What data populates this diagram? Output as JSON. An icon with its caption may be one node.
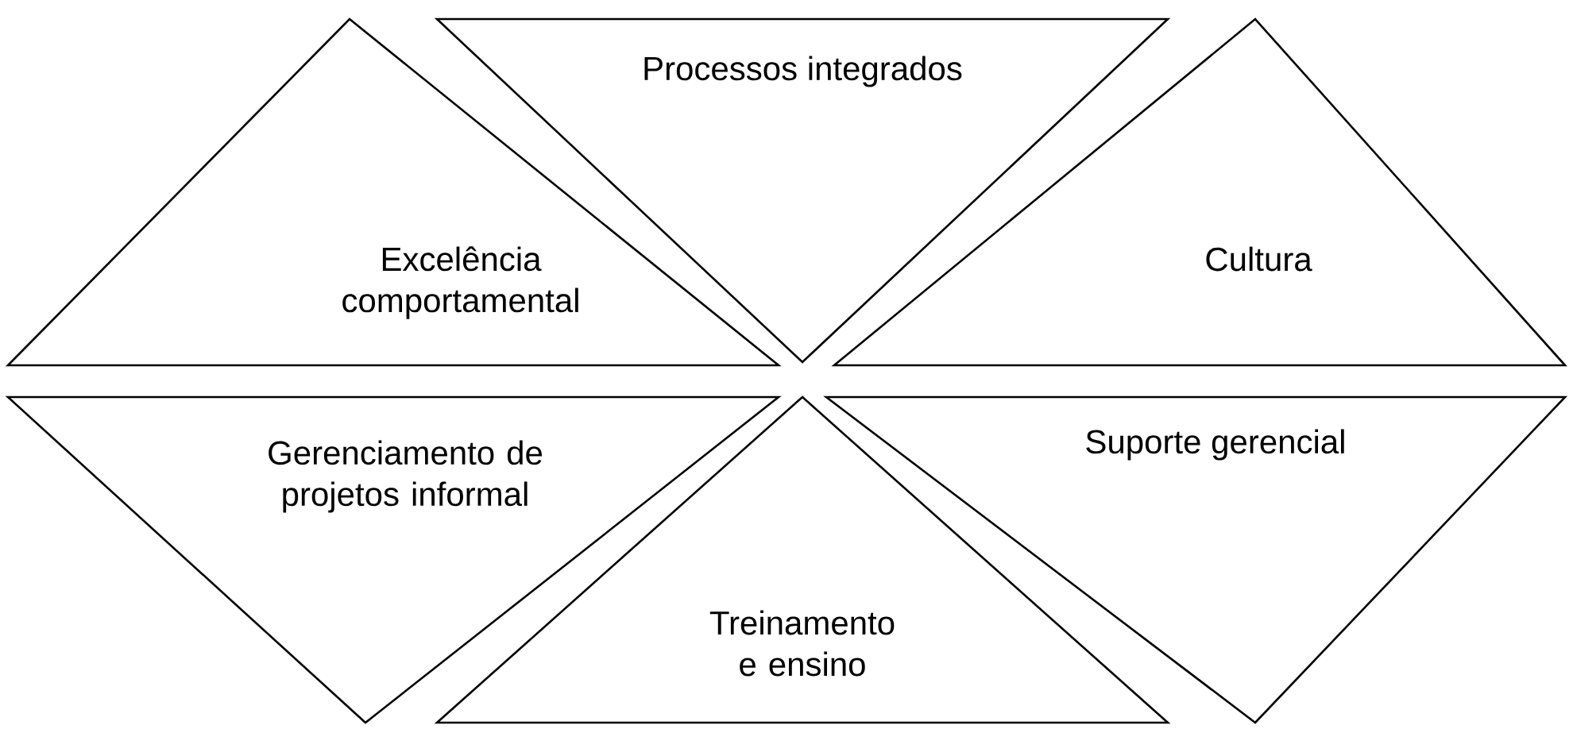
{
  "diagram": {
    "nodes": [
      {
        "text": [
          "Processos integrados"
        ]
      },
      {
        "text": [
          "Excelência comportamental"
        ]
      },
      {
        "text": [
          "Cultura"
        ]
      },
      {
        "text": [
          "Gerenciamento de projetos informal"
        ]
      },
      {
        "text": [
          "Suporte gerencial"
        ]
      },
      {
        "text": [
          "Treinamento e ensino"
        ]
      }
    ]
  }
}
